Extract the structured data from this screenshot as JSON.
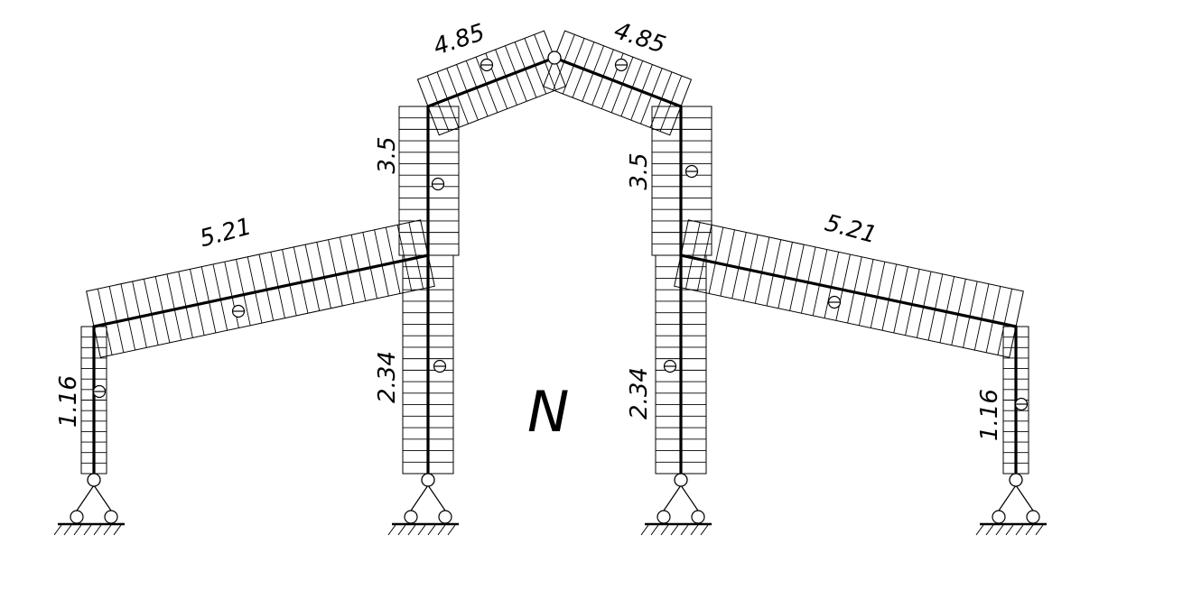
{
  "diagram": {
    "diagram_symbol": "N",
    "line_color": "#000000",
    "members": [
      {
        "id": "left-outer-column",
        "value": "1.16"
      },
      {
        "id": "left-rafter",
        "value": "5.21"
      },
      {
        "id": "left-inner-column-lower",
        "value": "2.34"
      },
      {
        "id": "left-inner-column-upper",
        "value": "3.5"
      },
      {
        "id": "left-roof",
        "value": "4.85"
      },
      {
        "id": "right-roof",
        "value": "4.85"
      },
      {
        "id": "right-inner-column-upper",
        "value": "3.5"
      },
      {
        "id": "right-inner-column-lower",
        "value": "2.34"
      },
      {
        "id": "right-rafter",
        "value": "5.21"
      },
      {
        "id": "right-outer-column",
        "value": "1.16"
      }
    ],
    "supports": [
      {
        "id": "support-1",
        "type": "pinned"
      },
      {
        "id": "support-2",
        "type": "pinned"
      },
      {
        "id": "support-3",
        "type": "pinned"
      },
      {
        "id": "support-4",
        "type": "pinned"
      }
    ]
  }
}
